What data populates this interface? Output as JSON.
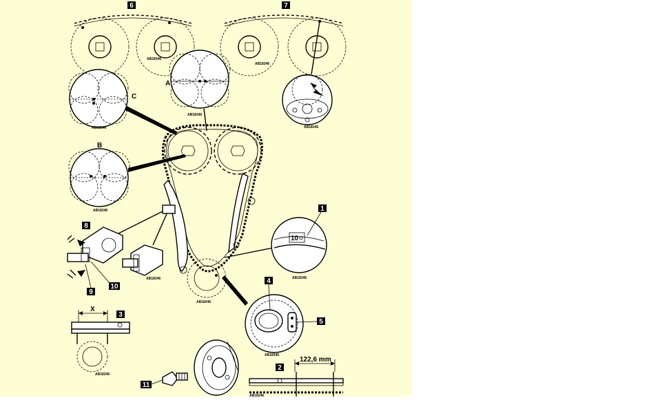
{
  "callouts": {
    "c1": "1",
    "c2": "2",
    "c3": "3",
    "c4": "4",
    "c5": "5",
    "c6": "6",
    "c7": "7",
    "c8": "8",
    "c9": "9",
    "c10": "10",
    "c11": "11"
  },
  "letters": {
    "a": "A",
    "b": "B",
    "c": "C",
    "x": "X"
  },
  "ref_code": "AB18346",
  "dimension": "122,6 mm",
  "guide_mark": "10"
}
